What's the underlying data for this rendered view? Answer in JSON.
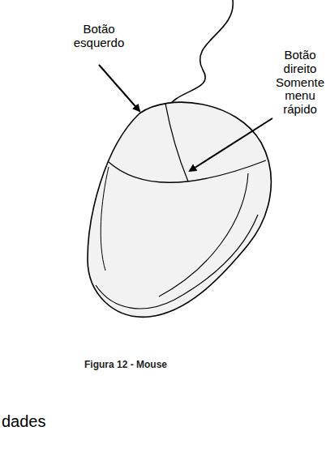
{
  "diagram": {
    "caption": "Figura 12 - Mouse",
    "labels": [
      "Botão esquerdo",
      "Botão direito Somente menu rápido",
      "dades"
    ]
  }
}
